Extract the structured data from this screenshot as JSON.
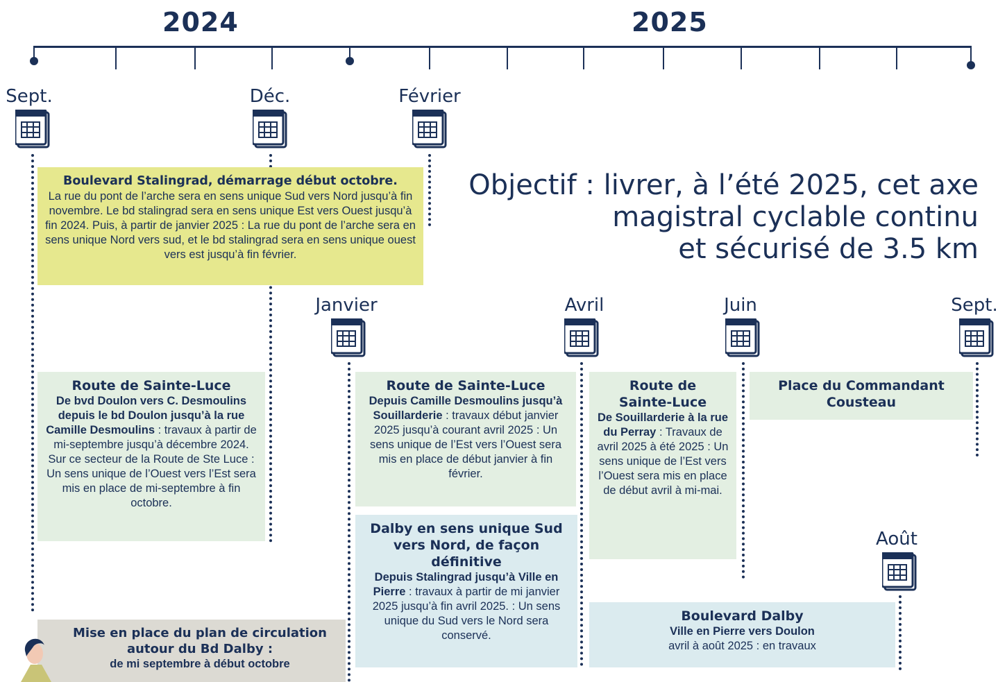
{
  "header": {
    "year_left": "2024",
    "year_right": "2025"
  },
  "months": {
    "sept_2024": "Sept.",
    "dec": "Déc.",
    "fevrier": "Février",
    "janvier": "Janvier",
    "avril": "Avril",
    "juin": "Juin",
    "sept_2025": "Sept.",
    "aout": "Août"
  },
  "objectif": {
    "line1": "Objectif : livrer, à l’été 2025, cet axe",
    "line2": "magistral cyclable continu",
    "line3": "et sécurisé de 3.5 km"
  },
  "boxes": {
    "stalingrad": {
      "title": "Boulevard Stalingrad, démarrage début octobre.",
      "body": "La rue du pont de l’arche sera en sens unique Sud vers Nord jusqu’à fin novembre. Le bd stalingrad sera en sens unique Est vers Ouest jusqu’à fin 2024. Puis, à partir de janvier 2025 : La rue du pont de l’arche sera en sens unique Nord vers sud, et le bd stalingrad sera en sens unique ouest vers est jusqu’à fin février."
    },
    "sainte_luce_1": {
      "title": "Route de Sainte-Luce",
      "subtitle": "De bvd Doulon vers C. Desmoulins depuis le bd Doulon jusqu’à la rue Camille Desmoulins",
      "body": " : travaux à partir de mi-septembre  jusqu’à décembre 2024. Sur ce secteur de la Route de Ste Luce : Un sens unique de l’Ouest vers l’Est sera mis en place de mi-septembre à fin octobre."
    },
    "sainte_luce_2": {
      "title": "Route de Sainte-Luce",
      "subtitle": "Depuis Camille Desmoulins jusqu’à Souillarderie",
      "body": " : travaux début janvier 2025 jusqu’à courant avril 2025 : Un sens unique de l’Est vers l’Ouest sera mis en place de début janvier à fin février."
    },
    "sainte_luce_3": {
      "title_line1": "Route de",
      "title_line2": "Sainte-Luce",
      "subtitle": "De Souillarderie à la rue du Perray",
      "body": " : Travaux de avril 2025 à été 2025 : Un sens unique de l’Est vers l’Ouest sera mis en place de début avril à mi-mai."
    },
    "cousteau": {
      "title": "Place du Commandant Cousteau"
    },
    "dalby_unique": {
      "title": "Dalby en sens unique Sud vers Nord, de façon définitive",
      "subtitle": "Depuis Stalingrad jusqu’à Ville en Pierre",
      "body": " : travaux à partir de mi janvier 2025  jusqu’à fin avril 2025. : Un sens unique du Sud vers le Nord sera conservé."
    },
    "bd_dalby": {
      "title": "Boulevard Dalby",
      "subtitle": "Ville en Pierre vers Doulon",
      "body": "avril à août 2025 : en travaux"
    },
    "plan_circulation": {
      "title": "Mise en place du plan de circulation autour du Bd Dalby :",
      "subtitle": "de mi septembre à début octobre"
    }
  },
  "icons": {
    "calendar": "calendar-icon",
    "person": "person-icon"
  },
  "colors": {
    "navy": "#1b3057",
    "yellow": "#e6e88e",
    "green": "#e3efe2",
    "blue": "#dbebef",
    "grey": "#dcdad3"
  }
}
